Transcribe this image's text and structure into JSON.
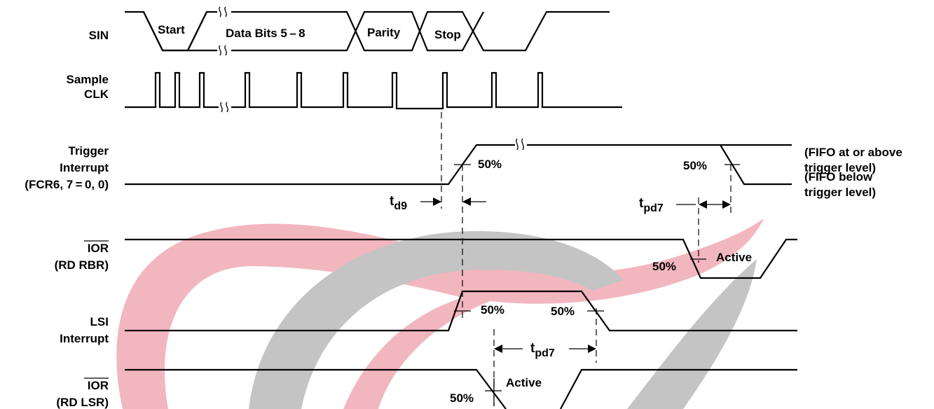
{
  "signals": {
    "sin": "SIN",
    "sample_clk": [
      "Sample",
      "CLK"
    ],
    "trigger": [
      "Trigger",
      "Interrupt",
      "(FCR6, 7 = 0, 0)"
    ],
    "ior_rbr": [
      "IOR",
      "(RD RBR)"
    ],
    "lsi": [
      "LSI",
      "Interrupt"
    ],
    "ior_lsr": [
      "IOR",
      "(RD LSR)"
    ]
  },
  "sin_fields": {
    "start": "Start",
    "data": "Data Bits 5 – 8",
    "parity": "Parity",
    "stop": "Stop"
  },
  "trigger_states": {
    "above": [
      "(FIFO at or above",
      "trigger level)"
    ],
    "below": [
      "(FIFO below",
      "trigger level)"
    ]
  },
  "levels": {
    "trigger_rise": "50%",
    "trigger_fall": "50%",
    "rbr_fall": "50%",
    "lsi_rise": "50%",
    "lsi_fall": "50%",
    "lsr_fall": "50%"
  },
  "timings": {
    "td9": {
      "main": "t",
      "sub": "d9"
    },
    "tpd7_trigger": {
      "main": "t",
      "sub": "pd7"
    },
    "tpd7_lsi": {
      "main": "t",
      "sub": "pd7"
    }
  },
  "active": {
    "rbr": "Active",
    "lsr": "Active"
  },
  "colors": {
    "watermark_red": "#f2b6bf",
    "watermark_gray": "#c4c4c4",
    "ink": "#000000"
  }
}
